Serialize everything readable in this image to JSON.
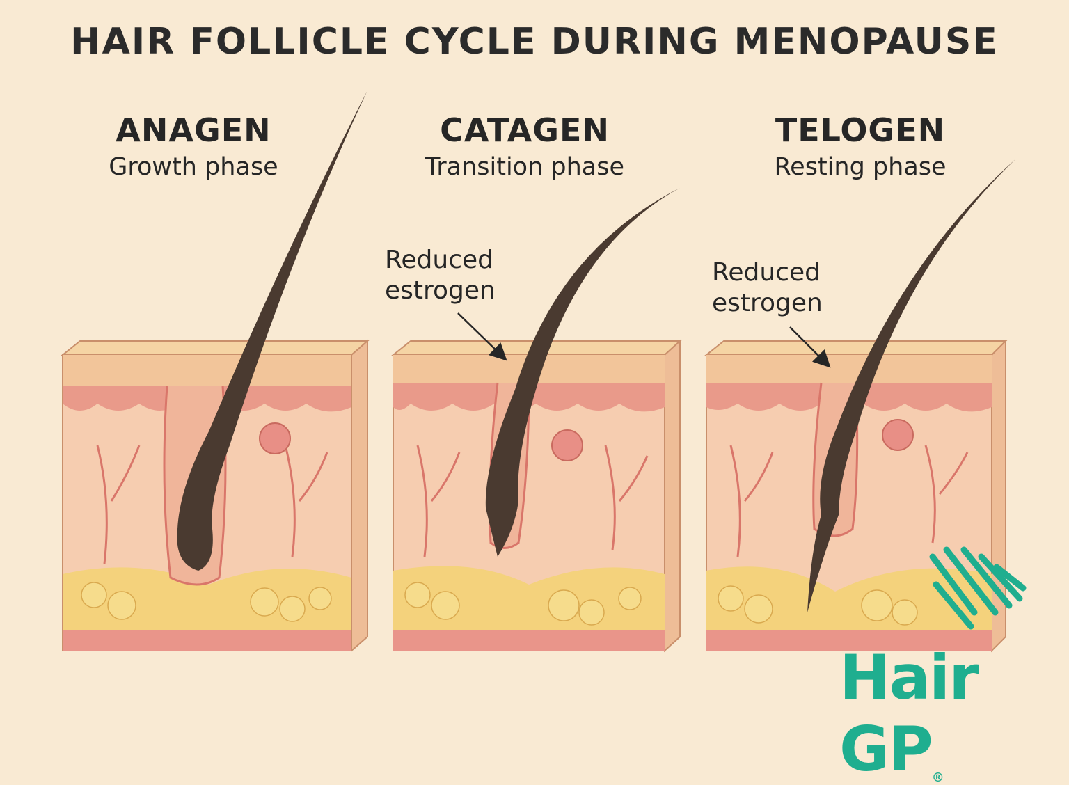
{
  "title": "HAIR FOLLICLE CYCLE DURING MENOPAUSE",
  "phases": [
    {
      "name": "ANAGEN",
      "subtitle": "Growth phase"
    },
    {
      "name": "CATAGEN",
      "subtitle": "Transition phase",
      "annotation": [
        "Reduced",
        "estrogen"
      ]
    },
    {
      "name": "TELOGEN",
      "subtitle": "Resting phase",
      "annotation": [
        "Reduced",
        "estrogen"
      ]
    }
  ],
  "logo": {
    "text": "Hair GP",
    "mark": "®",
    "color": "#1fae8f"
  },
  "colors": {
    "background": "#f9ead3",
    "epidermis": "#f2c59a",
    "dermis": "#f6cdb0",
    "fat": "#f4d27c",
    "hair": "#4a3a30",
    "vessel": "#d9766a"
  }
}
